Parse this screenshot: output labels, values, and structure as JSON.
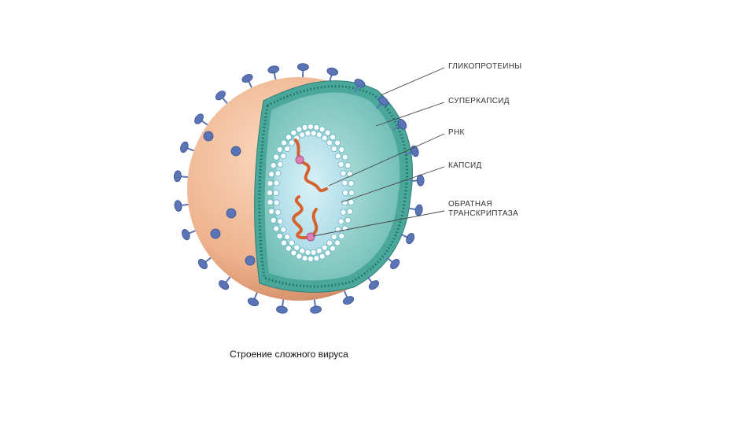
{
  "labels": {
    "glycoproteins": "ГЛИКОПРОТЕИНЫ",
    "supercapsid": "СУПЕРКАПСИД",
    "rna": "РНК",
    "capsid": "КАПСИД",
    "reverse_transcriptase_line1": "ОБРАТНАЯ",
    "reverse_transcriptase_line2": "ТРАНСКРИПТАЗА"
  },
  "caption": "Строение сложного вируса",
  "colors": {
    "envelope": "#f0b894",
    "spike": "#5b74b5",
    "membrane": "#3f9a90",
    "interior": "#8fd0cc",
    "capsid_inner": "#b8e3ee",
    "capsid_bead": "#ffffff",
    "rna": "#d6622d",
    "enzyme": "#e07fb4"
  }
}
